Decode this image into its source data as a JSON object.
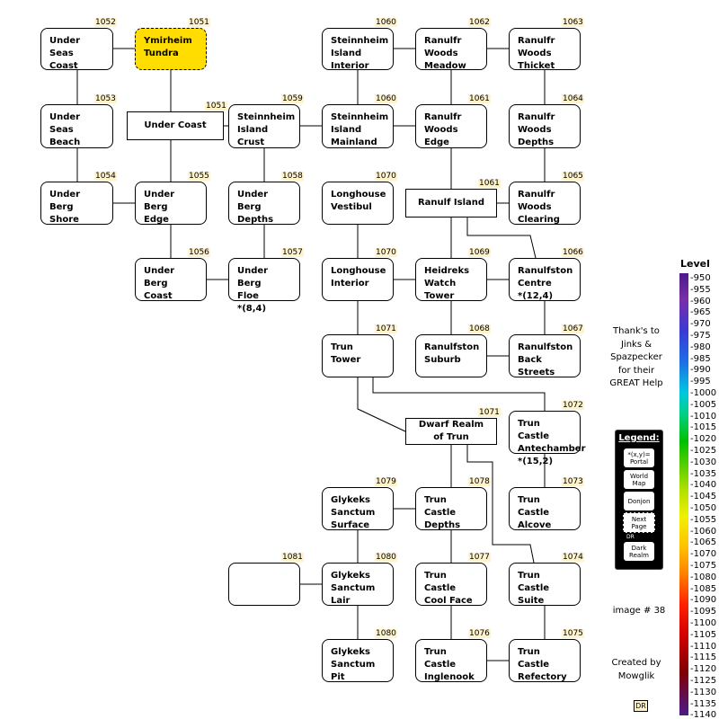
{
  "rooms": [
    {
      "id": "under-seas-coast",
      "label": "Under Seas\nCoast",
      "level": "1052"
    },
    {
      "id": "ymirheim-tundra",
      "label": "Ymirheim\nTundra",
      "level": "1051",
      "current": true
    },
    {
      "id": "steinnheim-island-interior",
      "label": "Steinnheim\nIsland\nInterior",
      "level": "1060"
    },
    {
      "id": "ranulfr-woods-meadow",
      "label": "Ranulfr Woods\nMeadow",
      "level": "1062"
    },
    {
      "id": "ranulfr-woods-thicket",
      "label": "Ranulfr Woods\nThicket",
      "level": "1063"
    },
    {
      "id": "under-seas-beach",
      "label": "Under Seas\nBeach",
      "level": "1053"
    },
    {
      "id": "under-coast",
      "label": "Under Coast",
      "level": "1051",
      "square": true
    },
    {
      "id": "steinnheim-island-crust",
      "label": "Steinnheim\nIsland\nCrust",
      "level": "1059"
    },
    {
      "id": "steinnheim-island-mainland",
      "label": "Steinnheim\nIsland\nMainland",
      "level": "1060"
    },
    {
      "id": "ranulfr-woods-edge",
      "label": "Ranulfr Woods\nEdge",
      "level": "1061"
    },
    {
      "id": "ranulfr-woods-depths",
      "label": "Ranulfr Woods\nDepths",
      "level": "1064"
    },
    {
      "id": "under-berg-shore",
      "label": "Under Berg\nShore",
      "level": "1054"
    },
    {
      "id": "under-berg-edge",
      "label": "Under Berg\nEdge",
      "level": "1055"
    },
    {
      "id": "under-berg-depths",
      "label": "Under Berg\nDepths",
      "level": "1058"
    },
    {
      "id": "longhouse-vestibul",
      "label": "Longhouse\nVestibul",
      "level": "1070"
    },
    {
      "id": "ranulf-island",
      "label": "Ranulf Island",
      "level": "1061",
      "square": true
    },
    {
      "id": "ranulfr-woods-clearing",
      "label": "Ranulfr Woods\nClearing",
      "level": "1065"
    },
    {
      "id": "under-berg-coast",
      "label": "Under Berg\nCoast",
      "level": "1056"
    },
    {
      "id": "under-berg-floe",
      "label": "Under Berg\nFloe\n*(8,4)",
      "level": "1057"
    },
    {
      "id": "longhouse-interior",
      "label": "Longhouse\nInterior",
      "level": "1070"
    },
    {
      "id": "heidreks-watch-tower",
      "label": "Heidreks\nWatch\nTower",
      "level": "1069"
    },
    {
      "id": "ranulfston-centre",
      "label": "Ranulfston\nCentre\n*(12,4)",
      "level": "1066"
    },
    {
      "id": "trun-tower",
      "label": "Trun Tower",
      "level": "1071"
    },
    {
      "id": "ranulfston-suburb",
      "label": "Ranulfston\nSuburb",
      "level": "1068"
    },
    {
      "id": "ranulfston-back-streets",
      "label": "Ranulfston\nBack Streets",
      "level": "1067"
    },
    {
      "id": "dwarf-realm-of-trun",
      "label": "Dwarf Realm\nof Trun",
      "level": "1071",
      "square": true
    },
    {
      "id": "trun-castle-antechamber",
      "label": "Trun Castle\nAntechamber\n*(15,2)",
      "level": "1072"
    },
    {
      "id": "glykeks-sanctum-surface",
      "label": "Glykeks\nSanctum\nSurface",
      "level": "1079"
    },
    {
      "id": "trun-castle-depths",
      "label": "Trun Castle\nDepths",
      "level": "1078"
    },
    {
      "id": "trun-castle-alcove",
      "label": "Trun Castle\nAlcove",
      "level": "1073"
    },
    {
      "id": "unnamed-room",
      "label": "",
      "level": "1081"
    },
    {
      "id": "glykeks-sanctum-lair",
      "label": "Glykeks\nSanctum\nLair",
      "level": "1080"
    },
    {
      "id": "trun-castle-cool-face",
      "label": "Trun Castle\nCool Face",
      "level": "1077"
    },
    {
      "id": "trun-castle-suite",
      "label": "Trun Castle\nSuite",
      "level": "1074"
    },
    {
      "id": "glykeks-sanctum-pit",
      "label": "Glykeks\nSanctum\nPit",
      "level": "1080"
    },
    {
      "id": "trun-castle-inglenook",
      "label": "Trun Castle\nInglenook",
      "level": "1076"
    },
    {
      "id": "trun-castle-refectory",
      "label": "Trun Castle\nRefectory",
      "level": "1075"
    }
  ],
  "legend": {
    "title": "Legend:",
    "items": [
      "*(x,y)=\nPortal",
      "World\nMap",
      "Donjon",
      "Next\nPage",
      "Dark\nRealm"
    ],
    "dr_tag": "DR"
  },
  "thanks": "Thank's to\nJinks &\nSpazpecker\nfor their\nGREAT Help",
  "image_number": "image # 38",
  "credits": "Created by\nMowglik",
  "dr_badge": "DR",
  "level_scale": {
    "title": "Level",
    "ticks": [
      "950",
      "955",
      "960",
      "965",
      "970",
      "975",
      "980",
      "985",
      "990",
      "995",
      "1000",
      "1005",
      "1010",
      "1015",
      "1020",
      "1025",
      "1030",
      "1035",
      "1040",
      "1045",
      "1050",
      "1055",
      "1060",
      "1065",
      "1070",
      "1075",
      "1080",
      "1085",
      "1090",
      "1095",
      "1100",
      "1105",
      "1110",
      "1115",
      "1120",
      "1125",
      "1130",
      "1135",
      "1140"
    ]
  }
}
